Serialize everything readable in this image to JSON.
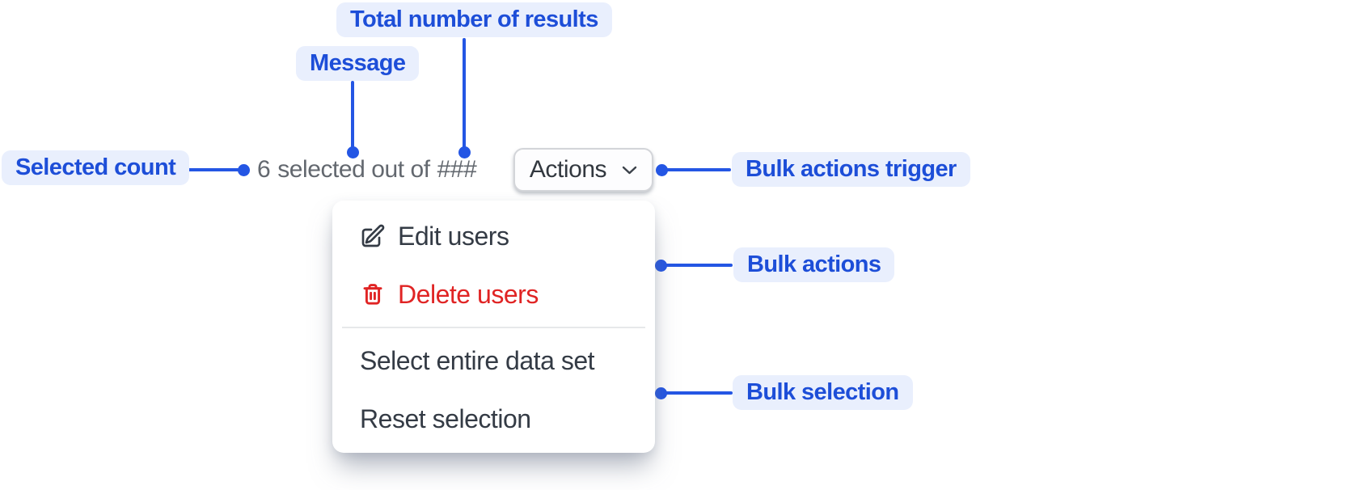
{
  "colors": {
    "annotation_text": "#1d4ed8",
    "annotation_bg": "#e9effd",
    "connector": "#2456e4",
    "message_text": "#63686f",
    "menu_text": "#343b45",
    "danger": "#e02424",
    "button_text": "#32383f",
    "button_border": "#d3d5d9",
    "button_bg": "#fdfdfe",
    "panel_bg": "#ffffff",
    "divider": "#e7e8ea",
    "page_bg": "#ffffff"
  },
  "annotations": {
    "total_results": "Total number of results",
    "message": "Message",
    "selected_count": "Selected count",
    "bulk_actions_trigger": "Bulk actions trigger",
    "bulk_actions": "Bulk actions",
    "bulk_selection": "Bulk selection"
  },
  "toolbar": {
    "message": {
      "count": "6",
      "text": "selected out of",
      "total": "###"
    },
    "actions_button": {
      "label": "Actions",
      "icon": "chevron-down-icon"
    }
  },
  "menu": {
    "items": [
      {
        "label": "Edit users",
        "icon": "pencil-square-icon"
      },
      {
        "label": "Delete users",
        "icon": "trash-icon",
        "danger": true
      },
      {
        "label": "Select entire data set",
        "icon": null
      },
      {
        "label": "Reset selection",
        "icon": null
      }
    ]
  }
}
